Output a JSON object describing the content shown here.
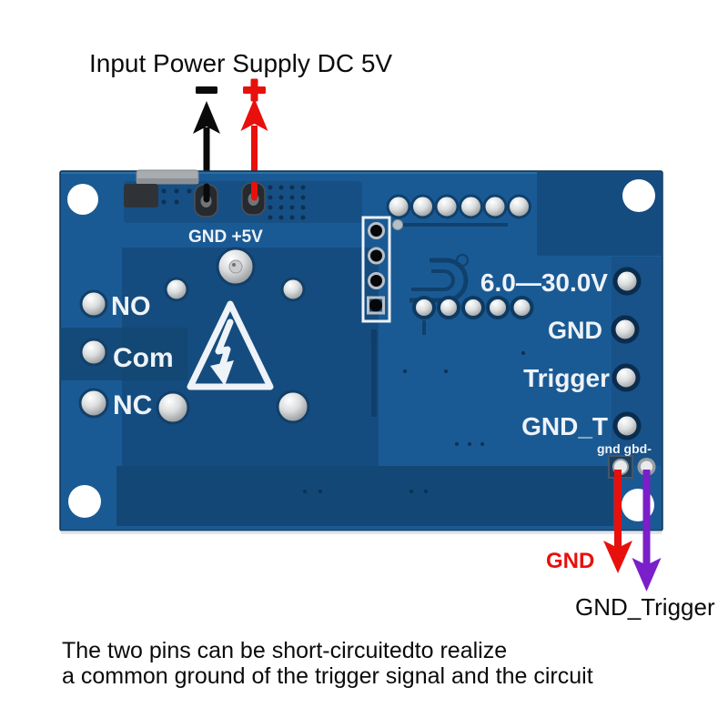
{
  "annotation_top": {
    "title": "Input Power Supply DC 5V"
  },
  "board": {
    "power_pads_label": "GND +5V",
    "relay_terminals": [
      "NO",
      "Com",
      "NC"
    ],
    "io_pins": [
      "6.0—30.0V",
      "GND",
      "Trigger",
      "GND_T"
    ],
    "jumper_pins_label": "gnd gbd-"
  },
  "annotation_bottom": {
    "gnd_label": "GND",
    "gnd_trigger_label": "GND_Trigger",
    "caption_line1": "The two pins can be short-circuitedto realize",
    "caption_line2": "a common ground of the trigger signal and the circuit"
  },
  "colors": {
    "board_blue": "#1a5a94",
    "board_dark": "#154c7f",
    "silkscreen_white": "#eef3f8",
    "wire_black": "#0a0a0a",
    "wire_red": "#e8100c",
    "wire_purple": "#7a1fc9"
  }
}
